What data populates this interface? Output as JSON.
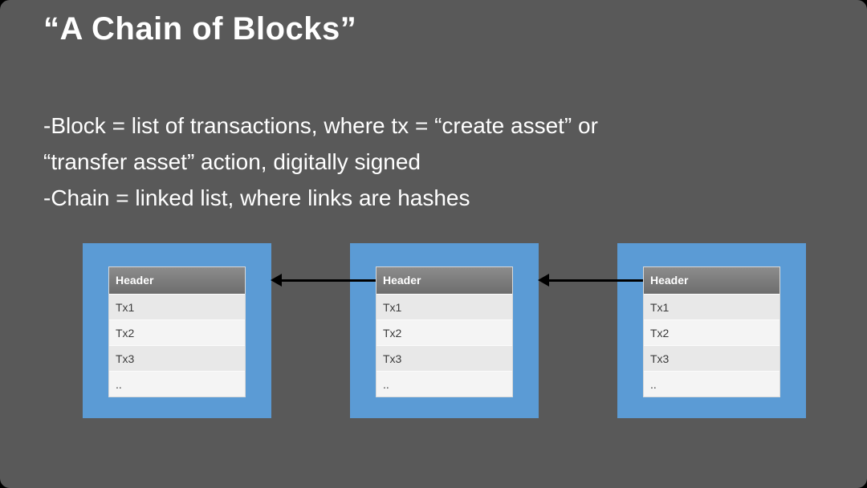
{
  "slide": {
    "title": "“A Chain of Blocks”",
    "body_lines": [
      "-Block = list of transactions, where tx = “create asset” or",
      "“transfer asset” action, digitally signed",
      "-Chain = linked list, where links are hashes"
    ]
  },
  "diagram": {
    "blocks": [
      {
        "header": "Header",
        "rows": [
          "Tx1",
          "Tx2",
          "Tx3",
          ".."
        ]
      },
      {
        "header": "Header",
        "rows": [
          "Tx1",
          "Tx2",
          "Tx3",
          ".."
        ]
      },
      {
        "header": "Header",
        "rows": [
          "Tx1",
          "Tx2",
          "Tx3",
          ".."
        ]
      }
    ],
    "icons": {
      "hash_link_arrow": "left-arrow"
    },
    "colors": {
      "slide_background": "#595959",
      "block_fill": "#5b9bd5",
      "table_header_bg": "#7d7d7d",
      "row_odd": "#e8e8e8",
      "row_even": "#f4f4f4",
      "text": "#ffffff",
      "table_text": "#3a3a3a",
      "arrow": "#000000"
    }
  }
}
